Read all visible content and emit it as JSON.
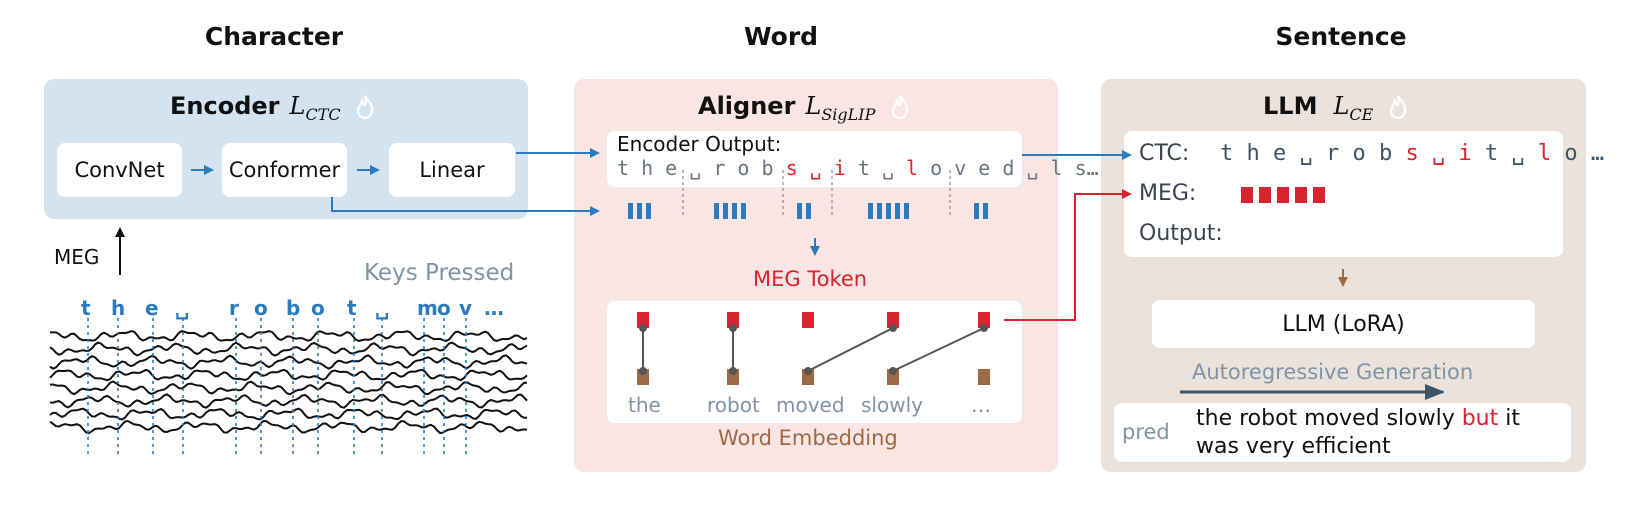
{
  "columns": {
    "character": "Character",
    "word": "Word",
    "sentence": "Sentence"
  },
  "encoder": {
    "title": "Encoder",
    "loss_main": "L",
    "loss_sub": "CTC",
    "blocks": [
      "ConvNet",
      "Conformer",
      "Linear"
    ],
    "meg_label": "MEG",
    "keys_pressed": "Keys Pressed",
    "keys": [
      "t",
      "h",
      "e",
      "␣",
      "r",
      "o",
      "b",
      "o",
      "t",
      "␣",
      "m",
      "o",
      "v",
      "…"
    ]
  },
  "aligner": {
    "title": "Aligner",
    "loss_main": "L",
    "loss_sub": "SigLIP",
    "encoder_output_label": "Encoder Output:",
    "encoder_output_text_1": "t h e ",
    "encoder_output_text_2": "␣",
    "encoder_output_text_3": " r o b ",
    "encoder_output_text_4": "s ␣ i",
    "encoder_output_text_5": " t ",
    "encoder_output_text_6": "␣",
    "encoder_output_text_7": " l",
    "encoder_output_text_8": " o v e d ",
    "encoder_output_text_9": "␣",
    "encoder_output_text_10": " l s…",
    "meg_token_label": "MEG Token",
    "words": [
      "the",
      "robot",
      "moved",
      "slowly",
      "…"
    ],
    "word_embedding_label": "Word Embedding"
  },
  "llm": {
    "title": "LLM",
    "loss_main": "L",
    "loss_sub": "CE",
    "ctc_label": "CTC:",
    "ctc_text_a": "t h e ␣ r o b ",
    "ctc_text_b": "s ␣ i",
    "ctc_text_c": " t ␣ ",
    "ctc_text_d": "l",
    "ctc_text_e": " o …",
    "meg_label": "MEG:",
    "output_label": "Output:",
    "lora_label": "LLM (LoRA)",
    "autoregressive_label": "Autoregressive Generation",
    "pred_label": "pred",
    "pred_text_a": "the robot moved slowly ",
    "pred_text_b": "but",
    "pred_text_c": " it was very efficient"
  },
  "colors": {
    "encoder_panel": "#d3e3ef",
    "aligner_panel": "#f9e5e4",
    "llm_panel": "#ece2dc",
    "blue": "#2c7bbc",
    "red": "#d9232e",
    "brown": "#9c6a44",
    "gray_text": "#8193a6",
    "dark_arrow": "#3d5566"
  }
}
